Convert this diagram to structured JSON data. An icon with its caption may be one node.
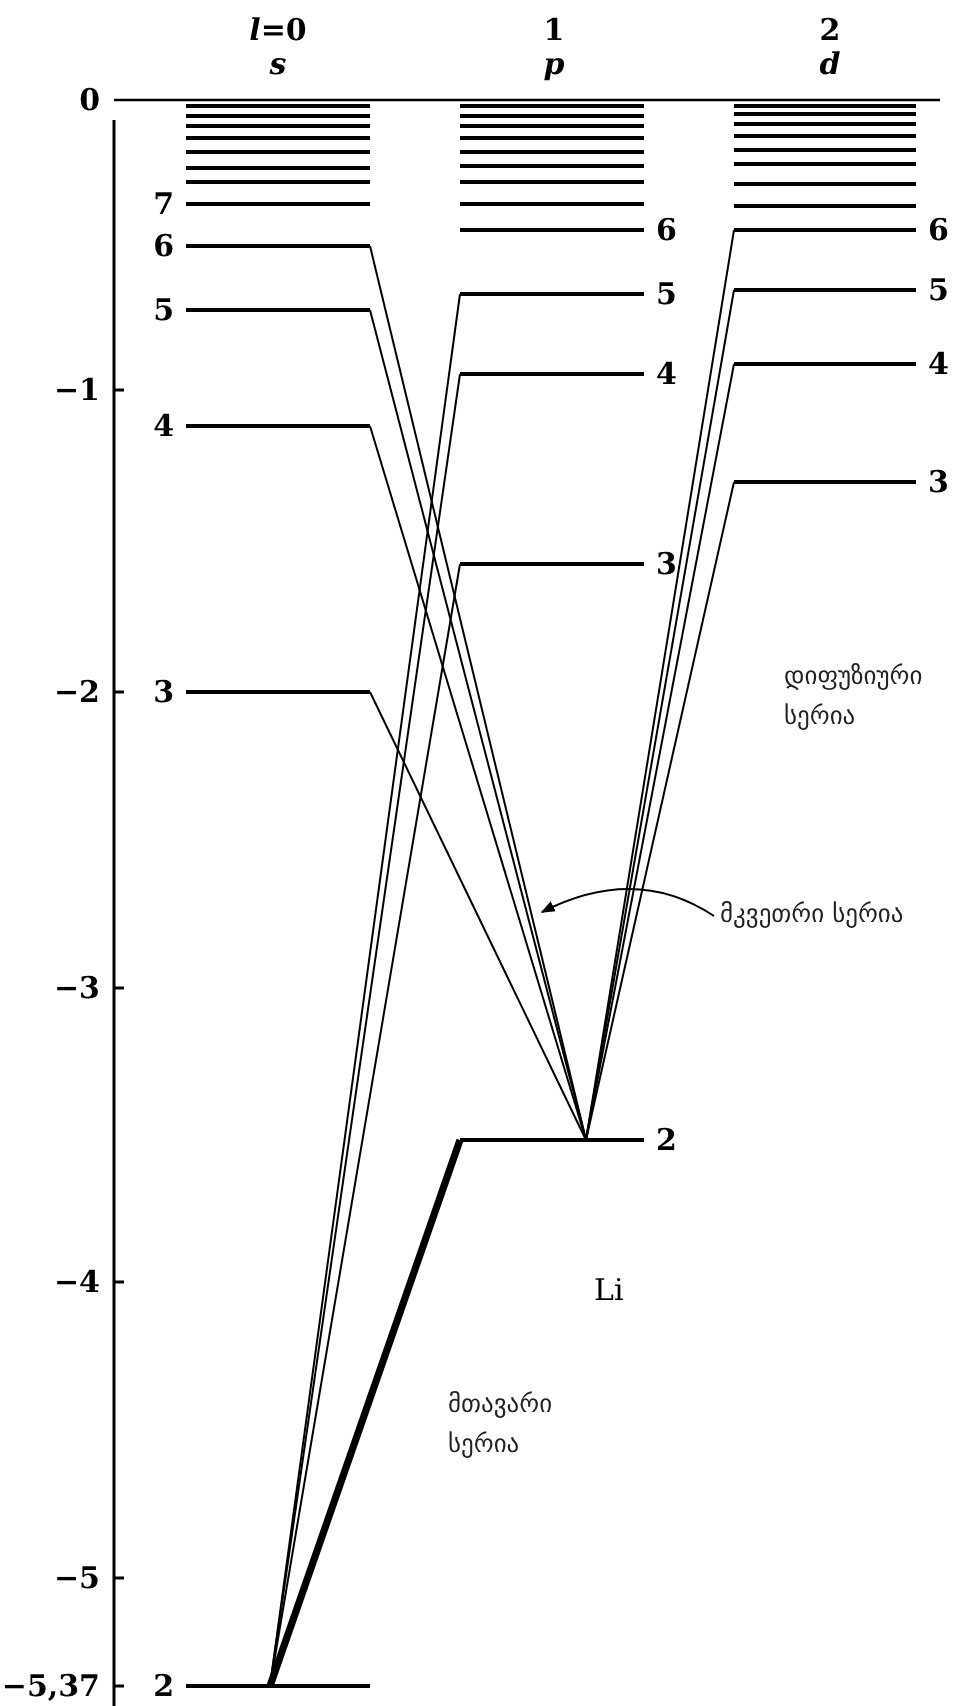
{
  "diagram": {
    "nodes": [
      {
        "text": [],
        "shape": "bar"
      },
      {
        "text": [],
        "shape": "bar"
      },
      {
        "text": [],
        "shape": "bar"
      },
      {
        "text": [],
        "shape": "bar"
      },
      {
        "text": [],
        "shape": "bar"
      },
      {
        "text": [],
        "shape": "bar"
      },
      {
        "text": [],
        "shape": "bar"
      },
      {
        "text": [
          "7"
        ]
      },
      {
        "text": [
          "6"
        ]
      },
      {
        "text": [
          "5"
        ]
      },
      {
        "text": [
          "4"
        ]
      },
      {
        "text": [
          "3"
        ]
      },
      {
        "text": [
          "2"
        ]
      },
      {
        "text": [],
        "shape": "bar"
      },
      {
        "text": [],
        "shape": "bar"
      },
      {
        "text": [],
        "shape": "bar"
      },
      {
        "text": [],
        "shape": "bar"
      },
      {
        "text": [],
        "shape": "bar"
      },
      {
        "text": [],
        "shape": "bar"
      },
      {
        "text": [],
        "shape": "bar"
      },
      {
        "text": [],
        "shape": "bar"
      },
      {
        "text": [
          "6"
        ]
      },
      {
        "text": [
          "5"
        ]
      },
      {
        "text": [
          "4"
        ]
      },
      {
        "text": [
          "3"
        ]
      },
      {
        "text": [
          "2"
        ]
      },
      {
        "text": [],
        "shape": "bar"
      },
      {
        "text": [],
        "shape": "bar"
      },
      {
        "text": [],
        "shape": "bar"
      },
      {
        "text": [],
        "shape": "bar"
      },
      {
        "text": [],
        "shape": "bar"
      },
      {
        "text": [],
        "shape": "bar"
      },
      {
        "text": [],
        "shape": "bar"
      },
      {
        "text": [],
        "shape": "bar"
      },
      {
        "text": [
          "6"
        ]
      },
      {
        "text": [
          "5"
        ]
      },
      {
        "text": [
          "4"
        ]
      },
      {
        "text": [
          "3"
        ]
      },
      {
        "text": [
          "მკვეთრი სერია"
        ]
      }
    ],
    "edges": [
      {
        "from": 12,
        "to": 25,
        "arrow": "none",
        "style": "thick"
      },
      {
        "from": 12,
        "to": 24,
        "arrow": "none"
      },
      {
        "from": 12,
        "to": 23,
        "arrow": "none"
      },
      {
        "from": 12,
        "to": 22,
        "arrow": "none"
      },
      {
        "from": 25,
        "to": 11,
        "arrow": "none"
      },
      {
        "from": 25,
        "to": 10,
        "arrow": "none"
      },
      {
        "from": 25,
        "to": 9,
        "arrow": "none"
      },
      {
        "from": 25,
        "to": 8,
        "arrow": "none"
      },
      {
        "from": 25,
        "to": 37,
        "arrow": "none"
      },
      {
        "from": 25,
        "to": 36,
        "arrow": "none"
      },
      {
        "from": 25,
        "to": 35,
        "arrow": "none"
      },
      {
        "from": 25,
        "to": 34,
        "arrow": "none"
      },
      {
        "from": 38,
        "to": null,
        "arrow": "to"
      }
    ],
    "labels": [
      "*l*=0",
      "1",
      "2",
      "s",
      "p",
      "d",
      "0",
      "−1",
      "−2",
      "−3",
      "−4",
      "−5",
      "−5,37",
      "დიფუზიური სერია",
      "Li",
      "მთავარი სერია"
    ]
  }
}
